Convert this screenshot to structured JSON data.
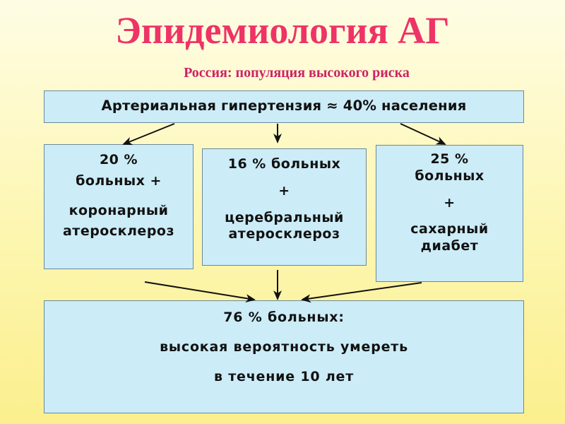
{
  "title": "Эпидемиология АГ",
  "subtitle": "Россия: популяция высокого риска",
  "top_box": {
    "text": "Артериальная гипертензия ≈ 40% населения"
  },
  "left_box": {
    "line1": "20 %",
    "line2": "больных +",
    "line3": "коронарный",
    "line4": "атеросклероз"
  },
  "middle_box": {
    "line1": "16 % больных",
    "line2": "+",
    "line3": "церебральный",
    "line4": "атеросклероз"
  },
  "right_box": {
    "line1": "25 %",
    "line2": "больных",
    "line3": "+",
    "line4": "сахарный",
    "line5": "диабет"
  },
  "bottom_box": {
    "line1": "76 % больных:",
    "line2": "высокая вероятность умереть",
    "line3": "в течение 10 лет"
  },
  "colors": {
    "title": "#ee3366",
    "subtitle": "#cc2266",
    "box_fill": "#ccecf7",
    "box_border": "#6a8a99"
  }
}
